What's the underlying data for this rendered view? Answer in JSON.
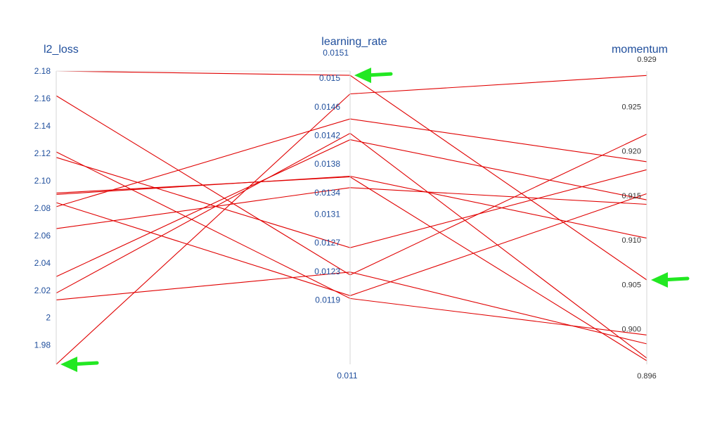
{
  "chart_data": {
    "type": "parallel_coordinates",
    "line_color": "#e00000",
    "marker_color": "#22e822",
    "axes": [
      {
        "name": "l2_loss",
        "min": 1.966,
        "max": 2.18,
        "ticks": [
          "1.98",
          "2",
          "2.02",
          "2.04",
          "2.06",
          "2.08",
          "2.10",
          "2.12",
          "2.14",
          "2.16",
          "2.18"
        ],
        "tick_values": [
          1.98,
          2.0,
          2.02,
          2.04,
          2.06,
          2.08,
          2.1,
          2.12,
          2.14,
          2.16,
          2.18
        ]
      },
      {
        "name": "learning_rate",
        "min": 0.011,
        "max": 0.0151,
        "ticks": [
          "0.011",
          "0.0119",
          "0.0123",
          "0.0127",
          "0.0131",
          "0.0134",
          "0.0138",
          "0.0142",
          "0.0146",
          "0.015",
          "0.0151"
        ],
        "tick_values": [
          0.011,
          0.0119,
          0.0123,
          0.0127,
          0.0131,
          0.0134,
          0.0138,
          0.0142,
          0.0146,
          0.015,
          0.0151
        ]
      },
      {
        "name": "momentum",
        "min": 0.896,
        "max": 0.929,
        "ticks": [
          "0.896",
          "0.900",
          "0.905",
          "0.910",
          "0.915",
          "0.920",
          "0.925",
          "0.929"
        ],
        "tick_values": [
          0.896,
          0.9,
          0.905,
          0.91,
          0.915,
          0.92,
          0.925,
          0.929
        ]
      }
    ],
    "lines": [
      {
        "l2_loss": 2.18,
        "learning_rate": 0.01504,
        "momentum": 0.9055
      },
      {
        "l2_loss": 2.162,
        "learning_rate": 0.01225,
        "momentum": 0.9219
      },
      {
        "l2_loss": 2.121,
        "learning_rate": 0.01192,
        "momentum": 0.8993
      },
      {
        "l2_loss": 2.117,
        "learning_rate": 0.01263,
        "momentum": 0.9179
      },
      {
        "l2_loss": 2.091,
        "learning_rate": 0.01362,
        "momentum": 0.8964
      },
      {
        "l2_loss": 2.09,
        "learning_rate": 0.01363,
        "momentum": 0.9102
      },
      {
        "l2_loss": 2.084,
        "learning_rate": 0.01196,
        "momentum": 0.9152
      },
      {
        "l2_loss": 2.081,
        "learning_rate": 0.01443,
        "momentum": 0.9188
      },
      {
        "l2_loss": 2.065,
        "learning_rate": 0.01347,
        "momentum": 0.914
      },
      {
        "l2_loss": 2.03,
        "learning_rate": 0.01414,
        "momentum": 0.9145
      },
      {
        "l2_loss": 2.018,
        "learning_rate": 0.01423,
        "momentum": 0.8967
      },
      {
        "l2_loss": 2.013,
        "learning_rate": 0.01229,
        "momentum": 0.8983
      },
      {
        "l2_loss": 1.966,
        "learning_rate": 0.01478,
        "momentum": 0.9285
      }
    ],
    "highlight_markers": [
      {
        "axis": "l2_loss",
        "value": 1.966
      },
      {
        "axis": "learning_rate",
        "value": 0.01504
      },
      {
        "axis": "momentum",
        "value": 0.9055
      }
    ]
  }
}
